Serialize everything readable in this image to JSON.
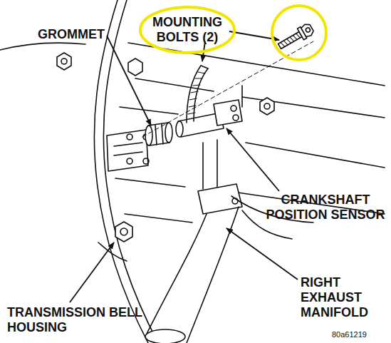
{
  "diagram": {
    "labels": [
      "GROMMET",
      "MOUNTING BOLTS (2)",
      "CRANKSHAFT POSITION SENSOR",
      "RIGHT EXHAUST MANIFOLD",
      "TRANSMISSION BELL HOUSING",
      "80a61219"
    ]
  }
}
